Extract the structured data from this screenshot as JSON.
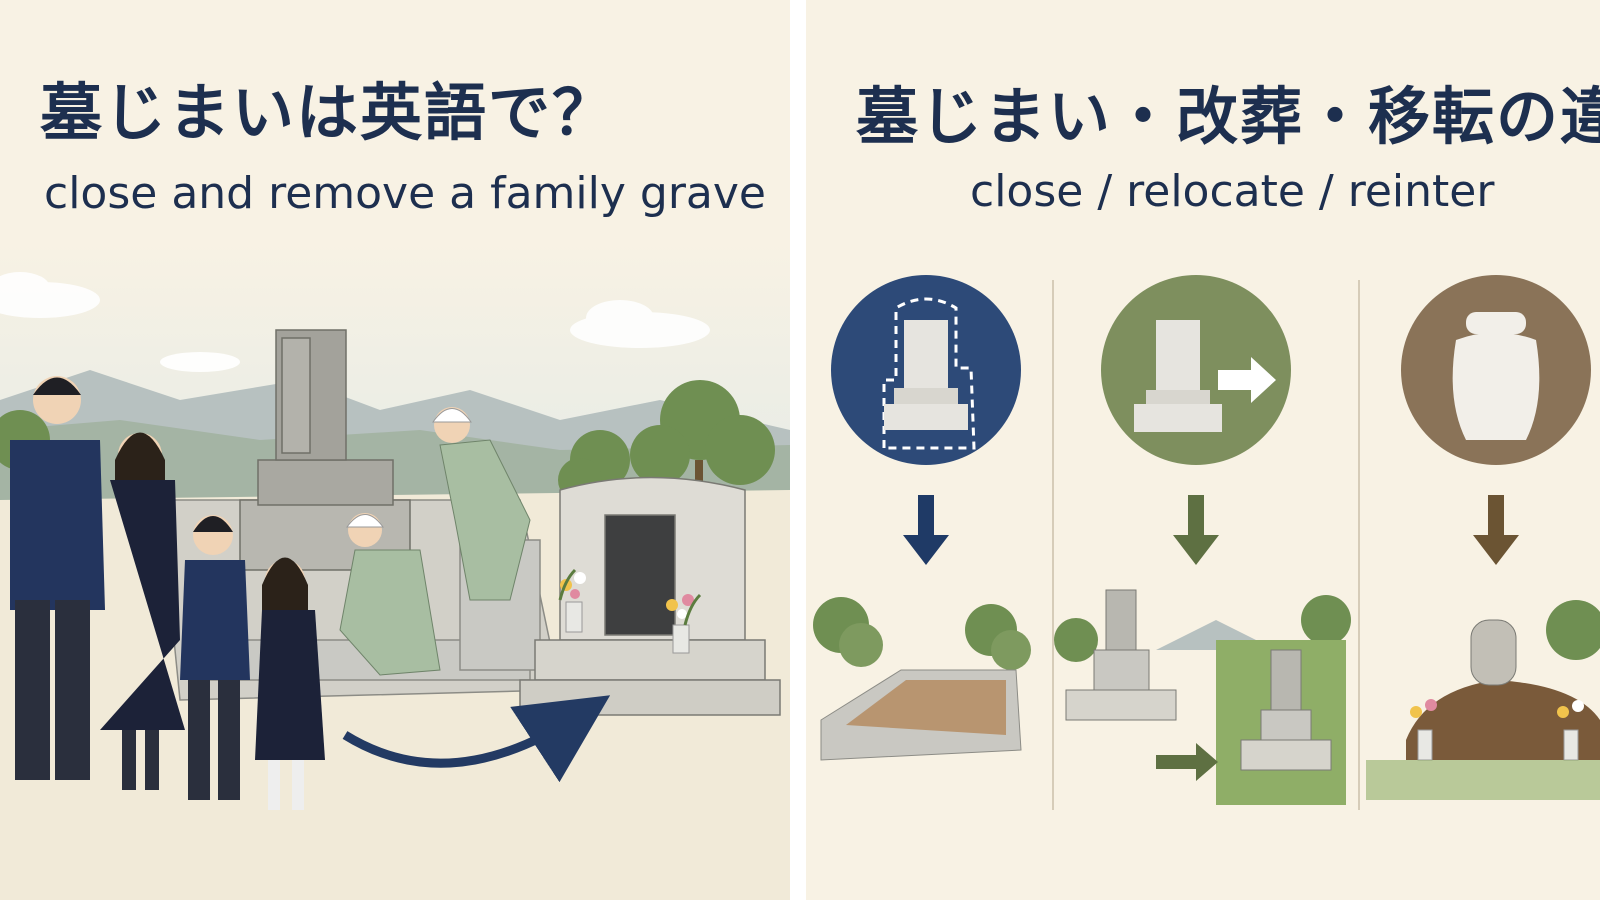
{
  "left_panel": {
    "title": "墓じまいは英語で？",
    "subtitle": "close and remove a family grave"
  },
  "right_panel": {
    "title": "墓じまい・改葬・移転の違い",
    "subtitle": "close / relocate / reinter",
    "columns": [
      {
        "id": "close",
        "circle_color": "#2d4a78",
        "icon": "grave-outline-icon"
      },
      {
        "id": "relocate",
        "circle_color": "#7e8f5e",
        "icon": "grave-arrow-icon"
      },
      {
        "id": "reinter",
        "circle_color": "#8a7358",
        "icon": "urn-icon"
      }
    ]
  },
  "colors": {
    "background": "#f8f2e4",
    "navy": "#1d2f4f",
    "olive": "#5e7042",
    "brown": "#6b5433"
  }
}
